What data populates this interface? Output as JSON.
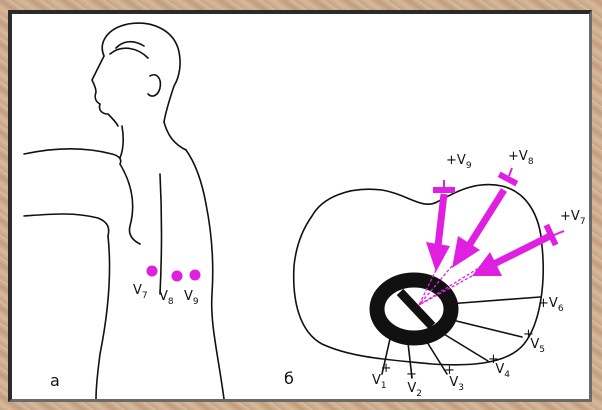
{
  "figure": {
    "panel_a": {
      "letter": "a",
      "electrodes": [
        {
          "lead": "V",
          "num": "7"
        },
        {
          "lead": "V",
          "num": "8"
        },
        {
          "lead": "V",
          "num": "9"
        }
      ]
    },
    "panel_b": {
      "letter": "б",
      "posterior_leads": [
        {
          "sign": "+",
          "lead": "V",
          "num": "9"
        },
        {
          "sign": "+",
          "lead": "V",
          "num": "8"
        },
        {
          "sign": "+",
          "lead": "V",
          "num": "7"
        }
      ],
      "chest_leads": [
        {
          "lead": "V",
          "num": "1",
          "sign": "+"
        },
        {
          "lead": "V",
          "num": "2",
          "sign": "+"
        },
        {
          "lead": "V",
          "num": "3",
          "sign": "+"
        },
        {
          "lead": "V",
          "num": "4",
          "sign": "+"
        },
        {
          "lead": "V",
          "num": "5",
          "sign": "+"
        },
        {
          "lead": "V",
          "num": "6",
          "sign": "+"
        }
      ]
    },
    "colors": {
      "accent": "#e020e0",
      "ink": "#111111",
      "frame": "#c9a98c"
    }
  }
}
